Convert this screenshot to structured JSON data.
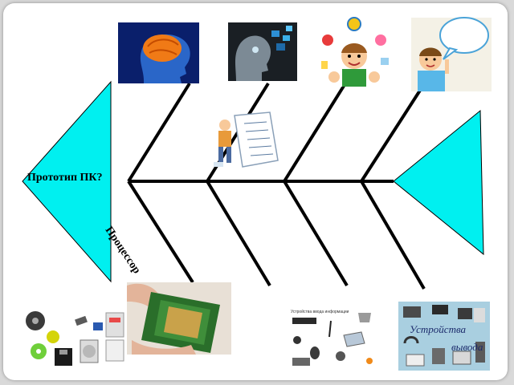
{
  "diagram": {
    "head_label": "Прототип ПК?",
    "bone_label": "Процессор"
  },
  "illustrations": {
    "output_devices_caption_line1": "Устройства",
    "output_devices_caption_line2": "вывода",
    "input_devices_caption": "Устройства ввода информации"
  },
  "colors": {
    "fish_fill": "#00f0f0",
    "bones": "#000000"
  }
}
